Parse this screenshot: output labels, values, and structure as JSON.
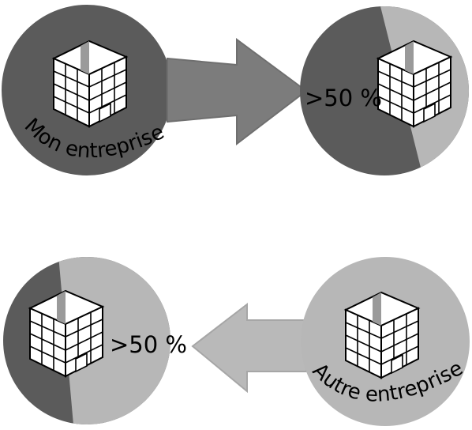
{
  "diagram": {
    "top_row": {
      "left_circle": {
        "label": "Mon entreprise"
      },
      "right_circle": {
        "label": ">50 %"
      }
    },
    "bottom_row": {
      "left_circle": {
        "label": ">50 %"
      },
      "right_circle": {
        "label": "Autre entreprise"
      }
    }
  },
  "colors": {
    "dark_gray": "#5b5b5b",
    "light_gray": "#b7b7b7",
    "building_fill": "#ffffff",
    "building_stroke": "#000000"
  },
  "icons": [
    "building-icon",
    "arrow-right-icon",
    "arrow-left-icon"
  ]
}
